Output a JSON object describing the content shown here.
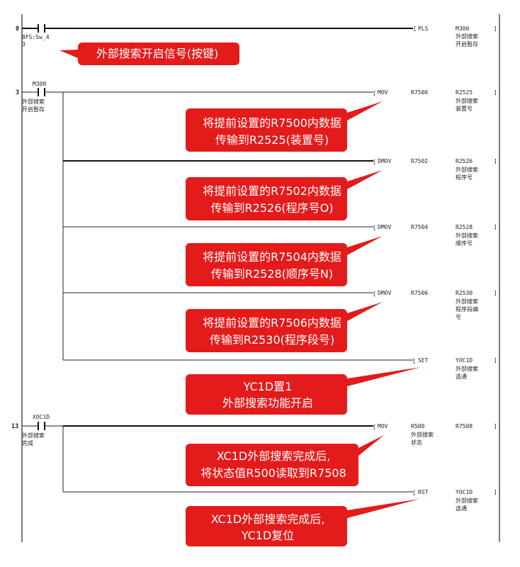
{
  "rungs": [
    {
      "step": "0",
      "contact": {
        "name": "0FS:Sw_4",
        "comment": [
          "3"
        ]
      },
      "instruction": "PLS",
      "operand1": "",
      "dest": {
        "name": "M300",
        "comment": [
          "外部搜索",
          "开启暂存"
        ]
      }
    },
    {
      "step": "3",
      "contact": {
        "name": "M300",
        "comment": [
          "外部搜索",
          "开启暂存"
        ]
      },
      "branches": [
        {
          "instruction": "MOV",
          "operand1": "R7500",
          "dest": {
            "name": "R2525",
            "comment": [
              "外部搜索",
              "装置号"
            ]
          }
        },
        {
          "instruction": "DMOV",
          "operand1": "R7502",
          "dest": {
            "name": "R2526",
            "comment": [
              "外部搜索",
              "程序号"
            ]
          }
        },
        {
          "instruction": "DMOV",
          "operand1": "R7504",
          "dest": {
            "name": "R2528",
            "comment": [
              "外部搜索",
              "顺序号"
            ]
          }
        },
        {
          "instruction": "DMOV",
          "operand1": "R7506",
          "dest": {
            "name": "R2530",
            "comment": [
              "外部搜索",
              "程序段编",
              "号"
            ]
          }
        },
        {
          "instruction": "SET",
          "operand1": "",
          "dest": {
            "name": "YOC1D",
            "comment": [
              "外部搜索",
              "选通"
            ]
          }
        }
      ]
    },
    {
      "step": "13",
      "contact": {
        "name": "XOC1D",
        "comment": [
          "外部搜索",
          "完成"
        ]
      },
      "branches": [
        {
          "instruction": "MOV",
          "operand1": "R500",
          "operand1_comment": [
            "外部搜索",
            "状态"
          ],
          "dest": {
            "name": "R7508",
            "comment": []
          }
        },
        {
          "instruction": "RST",
          "operand1": "",
          "dest": {
            "name": "YOC1D",
            "comment": [
              "外部搜索",
              "选通"
            ]
          }
        }
      ]
    }
  ],
  "callouts": [
    [
      "外部搜索开启信号(按键)"
    ],
    [
      "将提前设置的R7500内数据",
      "传输到R2525(装置号)"
    ],
    [
      "将提前设置的R7502内数据",
      "传输到R2526(程序号O)"
    ],
    [
      "将提前设置的R7504内数据",
      "传输到R2528(顺序号N)"
    ],
    [
      "将提前设置的R7506内数据",
      "传输到R2530(程序段号)"
    ],
    [
      "YC1D置1",
      "外部搜索功能开启"
    ],
    [
      "XC1D外部搜索完成后,",
      "将状态值R500读取到R7508"
    ],
    [
      "XC1D外部搜索完成后,",
      "YC1D复位"
    ]
  ],
  "colors": {
    "callout": "#e31b1b",
    "line": "#222222",
    "text": "#ffffff"
  }
}
